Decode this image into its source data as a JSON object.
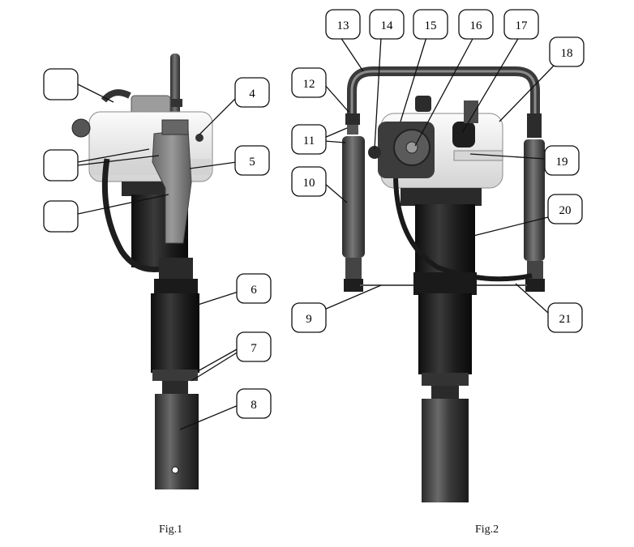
{
  "captions": {
    "fig1": "Fig.1",
    "fig2": "Fig.2"
  },
  "fig1_callouts": {
    "blank_a": "",
    "blank_b": "",
    "blank_c": "",
    "c4": "4",
    "c5": "5",
    "c6": "6",
    "c7": "7",
    "c8": "8"
  },
  "fig2_callouts": {
    "c9": "9",
    "c10": "10",
    "c11": "11",
    "c12": "12",
    "c13": "13",
    "c14": "14",
    "c15": "15",
    "c16": "16",
    "c17": "17",
    "c18": "18",
    "c19": "19",
    "c20": "20",
    "c21": "21"
  }
}
